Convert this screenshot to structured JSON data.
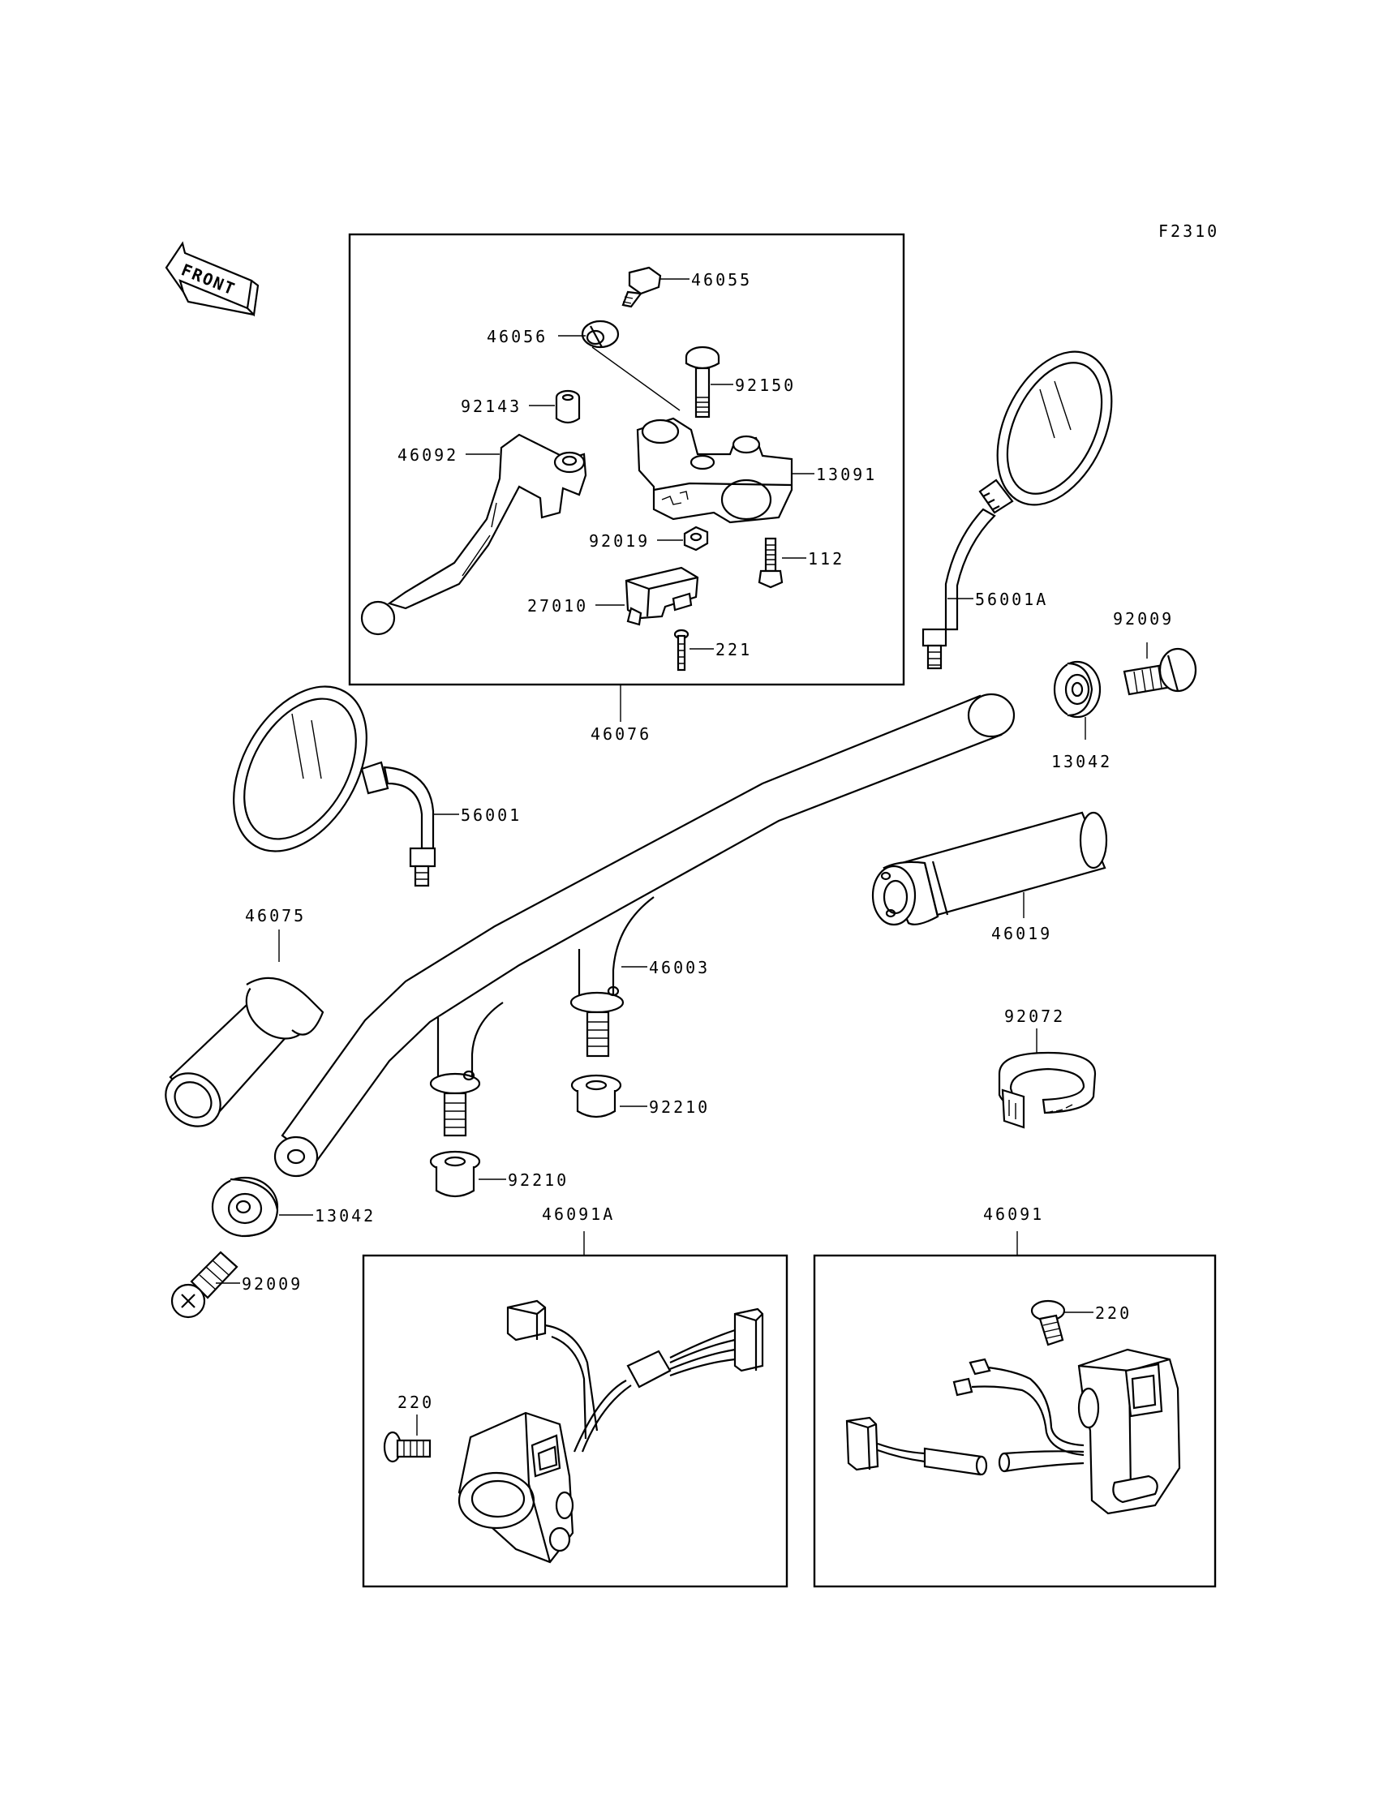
{
  "figure_code": "F2310",
  "front_label": "FRONT",
  "parts": {
    "p46055": "46055",
    "p46056": "46056",
    "p92150": "92150",
    "p92143": "92143",
    "p46092": "46092",
    "p13091": "13091",
    "p92019": "92019",
    "p112": "112",
    "p27010": "27010",
    "p221": "221",
    "p46076": "46076",
    "p56001A": "56001A",
    "p92009_r": "92009",
    "p13042_r": "13042",
    "p56001": "56001",
    "p46019": "46019",
    "p46075": "46075",
    "p46003": "46003",
    "p92072": "92072",
    "p92210_a": "92210",
    "p92210_b": "92210",
    "p13042_l": "13042",
    "p92009_l": "92009",
    "p46091A": "46091A",
    "p46091": "46091",
    "p220_a": "220",
    "p220_b": "220"
  }
}
